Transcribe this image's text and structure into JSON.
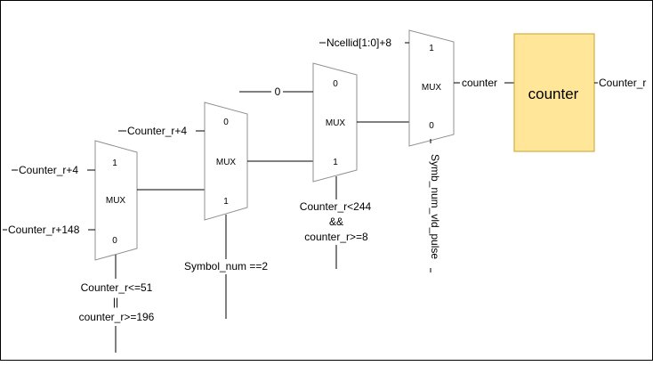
{
  "mux1": {
    "label": "MUX",
    "pin_top": "1",
    "pin_bottom": "0",
    "in_top": "Counter_r+4",
    "in_bottom": "Counter_r+148",
    "select": [
      "Counter_r<=51",
      "||",
      "counter_r>=196"
    ]
  },
  "mux2": {
    "label": "MUX",
    "pin_top": "0",
    "pin_bottom": "1",
    "in_top": "Counter_r+4",
    "select": [
      "Symbol_num ==2"
    ]
  },
  "mux3": {
    "label": "MUX",
    "pin_top": "0",
    "pin_bottom": "1",
    "in_top": "0",
    "select": [
      "Counter_r<244",
      "&&",
      "counter_r>=8"
    ]
  },
  "mux4": {
    "label": "MUX",
    "pin_top": "1",
    "pin_bottom": "0",
    "in_top": "Ncellid[1:0]+8",
    "select": "Symb_num_vld_pulse",
    "out": "counter"
  },
  "counter_block": {
    "label": "counter",
    "output": "Counter_r",
    "fill": "#FFE699",
    "stroke": "#C9A227"
  }
}
